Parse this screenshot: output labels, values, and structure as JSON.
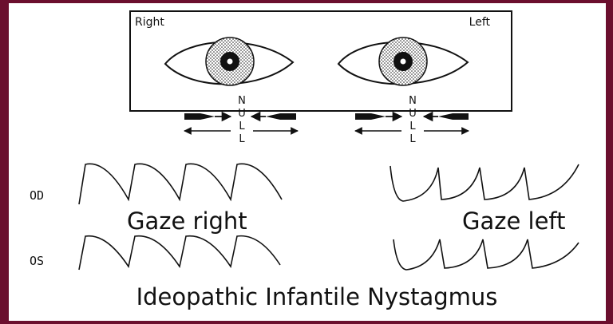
{
  "panel": {
    "label_right": "Right",
    "label_left": "Left"
  },
  "null_points": [
    {
      "letters": [
        "N",
        "U",
        "L",
        "L"
      ]
    },
    {
      "letters": [
        "N",
        "U",
        "L",
        "L"
      ]
    }
  ],
  "traces": {
    "od_label": "OD",
    "os_label": "OS"
  },
  "gaze": {
    "right": "Gaze right",
    "left": "Gaze left"
  },
  "caption": "Ideopathic Infantile Nystagmus",
  "colors": {
    "frame": "#6b0f2e",
    "ink": "#111111",
    "paper": "#ffffff"
  }
}
